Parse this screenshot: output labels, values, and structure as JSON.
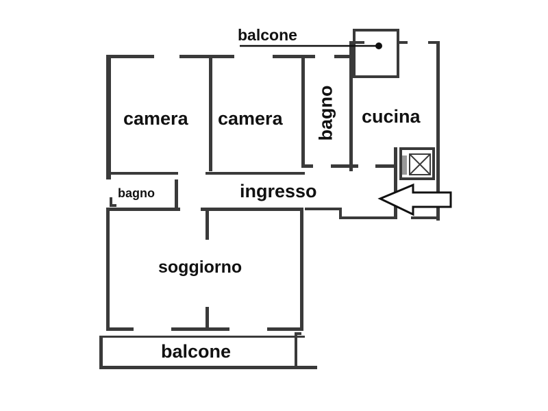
{
  "plan": {
    "rooms": {
      "camera_1": "camera",
      "camera_2": "camera",
      "bagno_vertical": "bagno",
      "cucina": "cucina",
      "bagno_small": "bagno",
      "ingresso": "ingresso",
      "soggiorno": "soggiorno",
      "balcone_top": "balcone",
      "balcone_bottom": "balcone"
    },
    "icons": {
      "entrance": "entrance-arrow-icon",
      "shaft": "shaft-icon",
      "pointer": "pointer-dot-icon"
    },
    "colors": {
      "wall": "#3a3a3a",
      "background": "#ffffff",
      "text": "#111111"
    }
  }
}
